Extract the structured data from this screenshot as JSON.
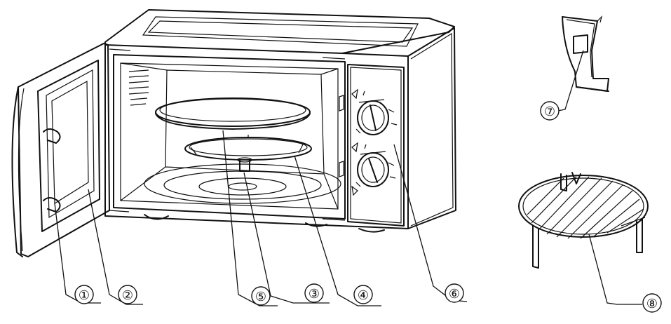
{
  "callouts": [
    {
      "id": "c1",
      "label": "①"
    },
    {
      "id": "c2",
      "label": "②"
    },
    {
      "id": "c3",
      "label": "③"
    },
    {
      "id": "c4",
      "label": "④"
    },
    {
      "id": "c5",
      "label": "⑤"
    },
    {
      "id": "c6",
      "label": "⑥"
    },
    {
      "id": "c7",
      "label": "⑦"
    },
    {
      "id": "c8",
      "label": "⑧"
    }
  ],
  "colors": {
    "line": "#111111",
    "background": "#ffffff"
  }
}
